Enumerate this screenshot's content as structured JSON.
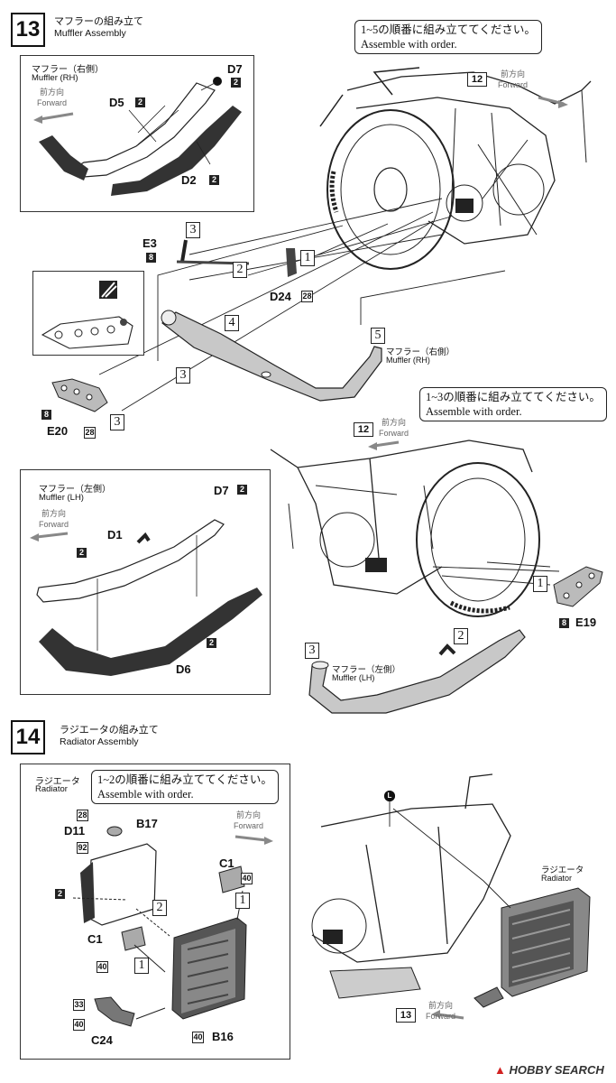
{
  "step13": {
    "number": "13",
    "title_jp": "マフラーの組み立て",
    "title_en": "Muffler Assembly",
    "note1_jp": "1~5の順番に組み立ててください。",
    "note1_en": "Assemble with order.",
    "note2_jp": "1~3の順番に組み立ててください。",
    "note2_en": "Assemble with order.",
    "rh_panel": {
      "title_jp": "マフラー（右側）",
      "title_en": "Muffler (RH)",
      "forward_jp": "前方向",
      "forward_en": "Forward",
      "parts": [
        {
          "id": "D7",
          "badge": "2"
        },
        {
          "id": "D5",
          "badge": "2"
        },
        {
          "id": "D2",
          "badge": "2"
        }
      ]
    },
    "lh_panel": {
      "title_jp": "マフラー（左側）",
      "title_en": "Muffler (LH)",
      "forward_jp": "前方向",
      "forward_en": "Forward",
      "parts": [
        {
          "id": "D7",
          "badge": "2"
        },
        {
          "id": "D1",
          "badge": "2"
        },
        {
          "id": "D6",
          "badge": "2"
        }
      ]
    },
    "upper_ref": {
      "step": "12",
      "forward_jp": "前方向",
      "forward_en": "Forward"
    },
    "lower_ref": {
      "step": "12",
      "forward_jp": "前方向",
      "forward_en": "Forward"
    },
    "upper_parts": {
      "e3": {
        "id": "E3",
        "badge": "8",
        "order": "3"
      },
      "rod_order": "2",
      "d24": {
        "id": "D24",
        "badge": "28",
        "order": "1"
      },
      "muffler_order_a": "4",
      "muffler_order_b": "5",
      "muffler_jp": "マフラー（右側）",
      "muffler_en": "Muffler (RH)",
      "e20": {
        "id": "E20",
        "badge_a": "8",
        "badge_b": "28",
        "order_a": "3",
        "order_b": "3"
      }
    },
    "lower_parts": {
      "order_1": "1",
      "order_2": "2",
      "order_3": "3",
      "e19": {
        "id": "E19",
        "badge": "8"
      },
      "muffler_jp": "マフラー（左側）",
      "muffler_en": "Muffler (LH)"
    }
  },
  "step14": {
    "number": "14",
    "title_jp": "ラジエータの組み立て",
    "title_en": "Radiator Assembly",
    "panel": {
      "title_jp": "ラジエータ",
      "title_en": "Radiator",
      "note_jp": "1~2の順番に組み立ててください。",
      "note_en": "Assemble with order.",
      "forward_jp": "前方向",
      "forward_en": "Forward",
      "parts": {
        "d11": {
          "id": "D11",
          "badge_a": "28",
          "badge_b": "92"
        },
        "b17": {
          "id": "B17",
          "badge": "2",
          "order": "2"
        },
        "c1a": {
          "id": "C1",
          "badge": "40",
          "order": "1"
        },
        "c1b": {
          "id": "C1",
          "badge": "40",
          "order": "1"
        },
        "c24": {
          "id": "C24",
          "badge_a": "33",
          "badge_b": "40"
        },
        "b16": {
          "id": "B16",
          "badge": "40"
        }
      }
    },
    "bike": {
      "marker": "L",
      "radiator_jp": "ラジエータ",
      "radiator_en": "Radiator",
      "ref_step": "13",
      "forward_jp": "前方向",
      "forward_en": "Forward"
    }
  },
  "watermark": "HOBBY SEARCH",
  "colors": {
    "ink": "#222222",
    "panel_border": "#333333",
    "forward_arrow": "#666666",
    "watermark": "#d22222"
  }
}
